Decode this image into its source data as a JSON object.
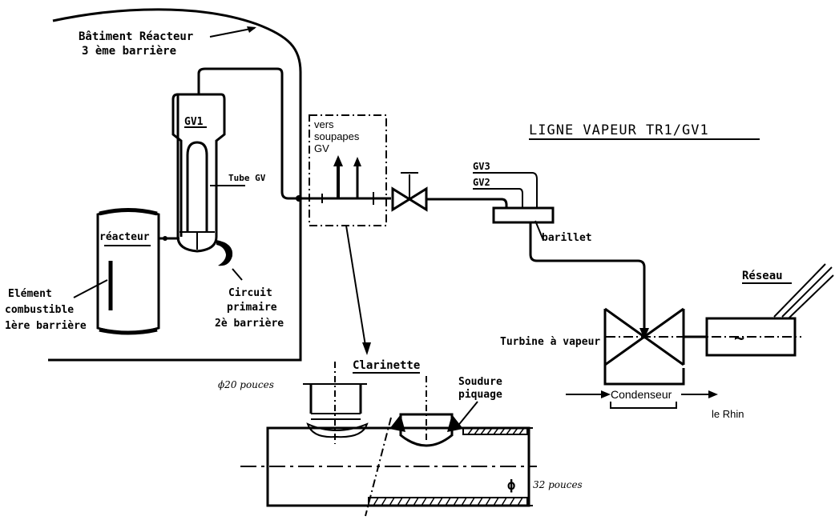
{
  "title": "LIGNE VAPEUR TR1/GV1",
  "labels": {
    "building_line1": "Bâtiment Réacteur",
    "building_line2": "3 ème barrière",
    "gv1": "GV1",
    "tube_gv": "Tube GV",
    "reactor": "réacteur",
    "fuel_line1": "Elément",
    "fuel_line2": "combustible",
    "fuel_line3": "1ère barrière",
    "primary_line1": "Circuit",
    "primary_line2": "primaire",
    "primary_line3": "2è barrière",
    "valves_line1": "vers",
    "valves_line2": "soupapes",
    "valves_line3": "GV",
    "gv3": "GV3",
    "gv2": "GV2",
    "barillet": "barillet",
    "reseau": "Réseau",
    "turbine": "Turbine à vapeur",
    "generator_symbol": "~",
    "condenseur": "Condenseur",
    "rhin": "le Rhin",
    "clarinette": "Clarinette",
    "diam_20": "ϕ20 pouces",
    "soudure_line1": "Soudure",
    "soudure_line2": "piquage",
    "diam_symbol": "ϕ",
    "diam_32": "32 pouces"
  }
}
